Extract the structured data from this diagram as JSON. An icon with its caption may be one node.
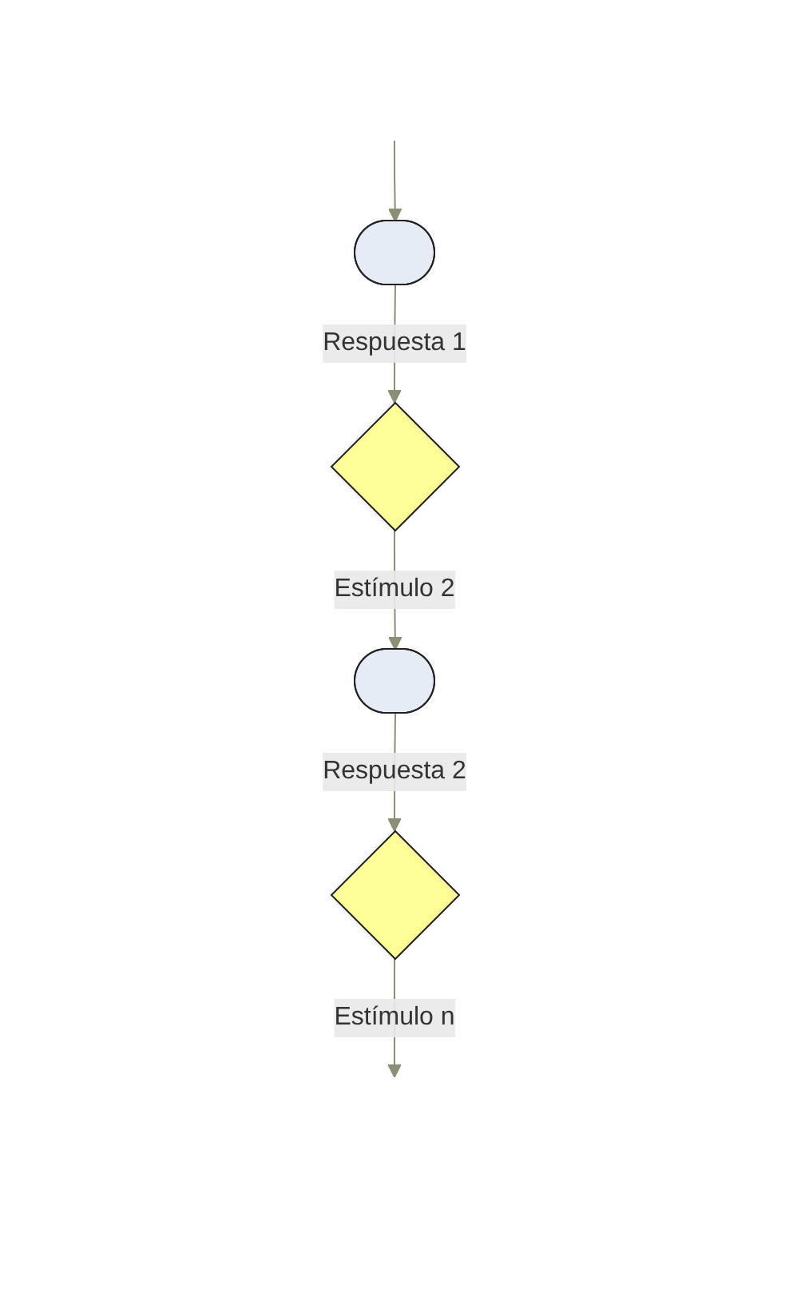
{
  "diagram": {
    "nodes": [
      {
        "text": [],
        "shape": "box"
      },
      {
        "text": [],
        "shape": "diamond"
      },
      {
        "text": [],
        "shape": "box"
      },
      {
        "text": [],
        "shape": "diamond"
      }
    ],
    "edges": [
      {
        "from": null,
        "to": 0,
        "arrow": "to"
      },
      {
        "from": 0,
        "to": 1,
        "arrow": "to",
        "label": "Respuesta 1"
      },
      {
        "from": 1,
        "to": 2,
        "arrow": "to",
        "label": "Estímulo 2"
      },
      {
        "from": 2,
        "to": 3,
        "arrow": "to",
        "label": "Respuesta 2"
      },
      {
        "from": 3,
        "to": null,
        "arrow": "to",
        "label": "Estímulo n"
      }
    ]
  }
}
